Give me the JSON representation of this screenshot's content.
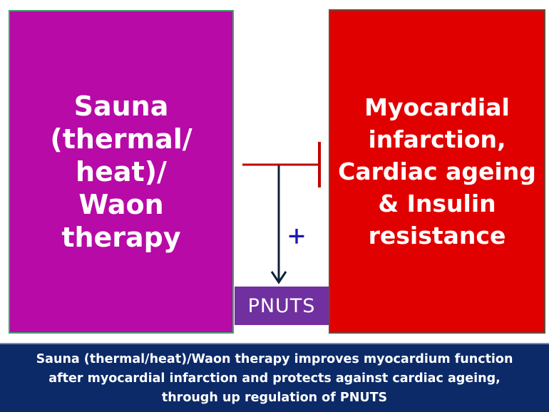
{
  "left_box": {
    "text": "Sauna\n(thermal/\nheat)/\nWaon\ntherapy",
    "color": "#b70aa6"
  },
  "right_box": {
    "text": "Myocardial\ninfarction,\nCardiac ageing\n& Insulin\nresistance",
    "color": "#e00000"
  },
  "target_box": {
    "text": "PNUTS",
    "color": "#7030a0"
  },
  "arrow_label": "+",
  "relations": [
    {
      "from": "Sauna (thermal/heat)/Waon therapy",
      "to": "Myocardial infarction, Cardiac ageing & Insulin resistance",
      "type": "inhibition"
    },
    {
      "from": "Sauna (thermal/heat)/Waon therapy",
      "to": "PNUTS",
      "type": "activation"
    }
  ],
  "caption": "Sauna (thermal/heat)/Waon therapy improves myocardium function\nafter myocardial infarction and protects against cardiac ageing,\nthrough up regulation of PNUTS"
}
